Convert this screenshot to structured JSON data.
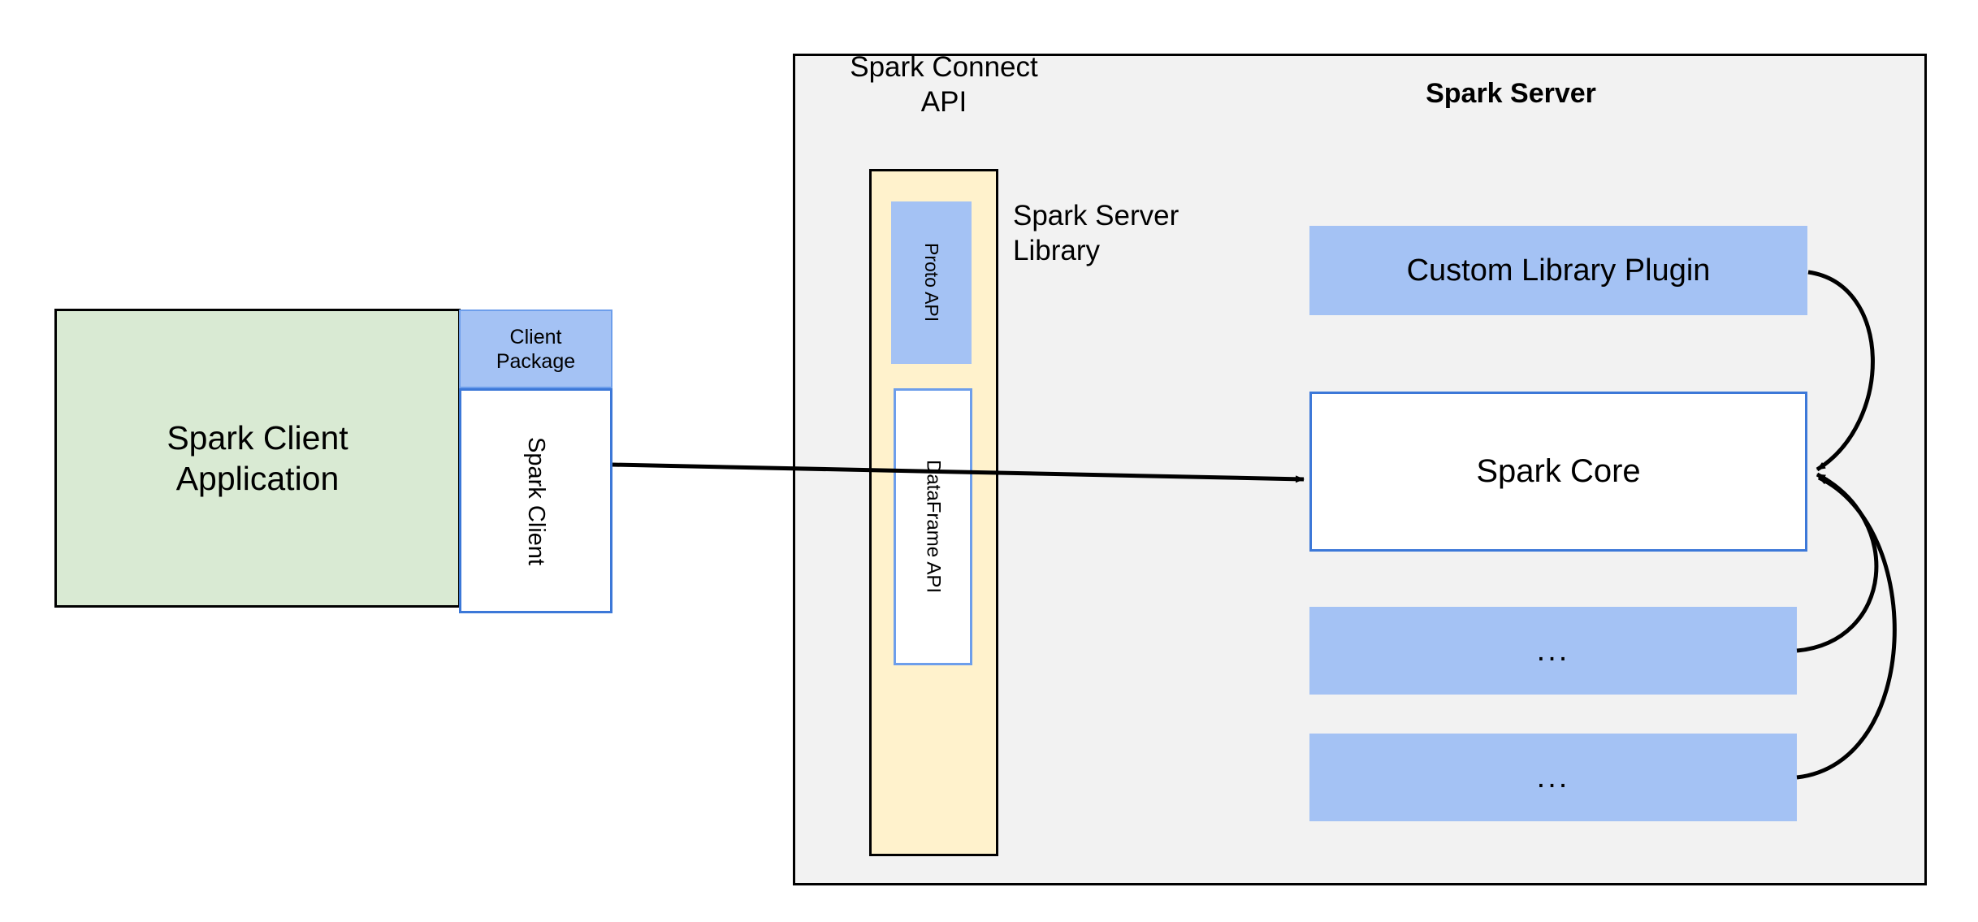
{
  "diagram": {
    "title": "Spark Connect architecture",
    "colors": {
      "client_app_fill": "#d9ead3",
      "package_fill": "#a4c2f4",
      "connect_column_fill": "#fff2cc",
      "server_container_fill": "#f2f2f2",
      "box_border_blue": "#3c78d8",
      "white_fill": "#ffffff",
      "line": "#000000"
    }
  },
  "client": {
    "application_label": "Spark Client\nApplication",
    "application_line1": "Spark Client",
    "application_line2": "Application",
    "package_label": "Client\nPackage",
    "package_line1": "Client",
    "package_line2": "Package",
    "client_library_label": "Spark Client"
  },
  "server": {
    "title": "Spark Server",
    "connect_api_label": "Spark Connect\nAPI",
    "connect_api_line1": "Spark Connect",
    "connect_api_line2": "API",
    "server_library_label": "Spark Server\nLibrary",
    "server_library_line1": "Spark Server",
    "server_library_line2": "Library",
    "proto_api_label": "Proto API",
    "dataframe_api_label": "DataFrame API",
    "components": [
      {
        "label": "Custom Library Plugin"
      },
      {
        "label": "Spark Core"
      },
      {
        "label": "..."
      },
      {
        "label": "..."
      }
    ],
    "custom_library_plugin_label": "Custom Library Plugin",
    "spark_core_label": "Spark Core",
    "etc_label_1": "...",
    "etc_label_2": "..."
  },
  "connections": [
    {
      "from": "Spark Client",
      "to": "Spark Core",
      "style": "straight-arrow"
    },
    {
      "from": "Custom Library Plugin",
      "to": "Spark Core",
      "style": "curved-arrow"
    },
    {
      "from": "...",
      "to": "Spark Core",
      "style": "curved-arrow"
    },
    {
      "from": "...",
      "to": "Spark Core",
      "style": "curved-arrow"
    }
  ]
}
